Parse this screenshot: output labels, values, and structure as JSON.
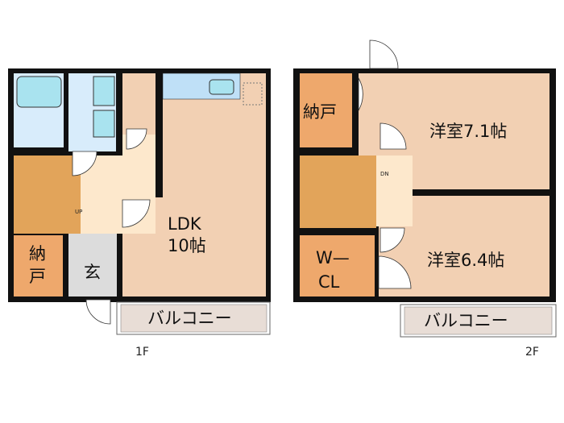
{
  "floor_1": {
    "label": "1F",
    "ldk_line1": "LDK",
    "ldk_line2": "10帖",
    "storage_line1": "納",
    "storage_line2": "戸",
    "entrance": "玄",
    "stairs_marker": "UP",
    "balcony": "バルコニー"
  },
  "floor_2": {
    "label": "2F",
    "room_large": "洋室7.1帖",
    "room_small": "洋室6.4帖",
    "storage": "納戸",
    "walkin_line1": "W—",
    "walkin_line2": "CL",
    "stairs_marker": "DN",
    "balcony": "バルコニー"
  },
  "colors": {
    "wall": "#111111",
    "wet_area": "#d8ecfb",
    "fixture": "#a9e3ef",
    "living": "#f2d0b3",
    "hall": "#fde8cc",
    "stairs": "#e2a45a",
    "storage": "#eea86c",
    "entrance": "#dcdcdc",
    "balcony": "#e8ddd6"
  }
}
